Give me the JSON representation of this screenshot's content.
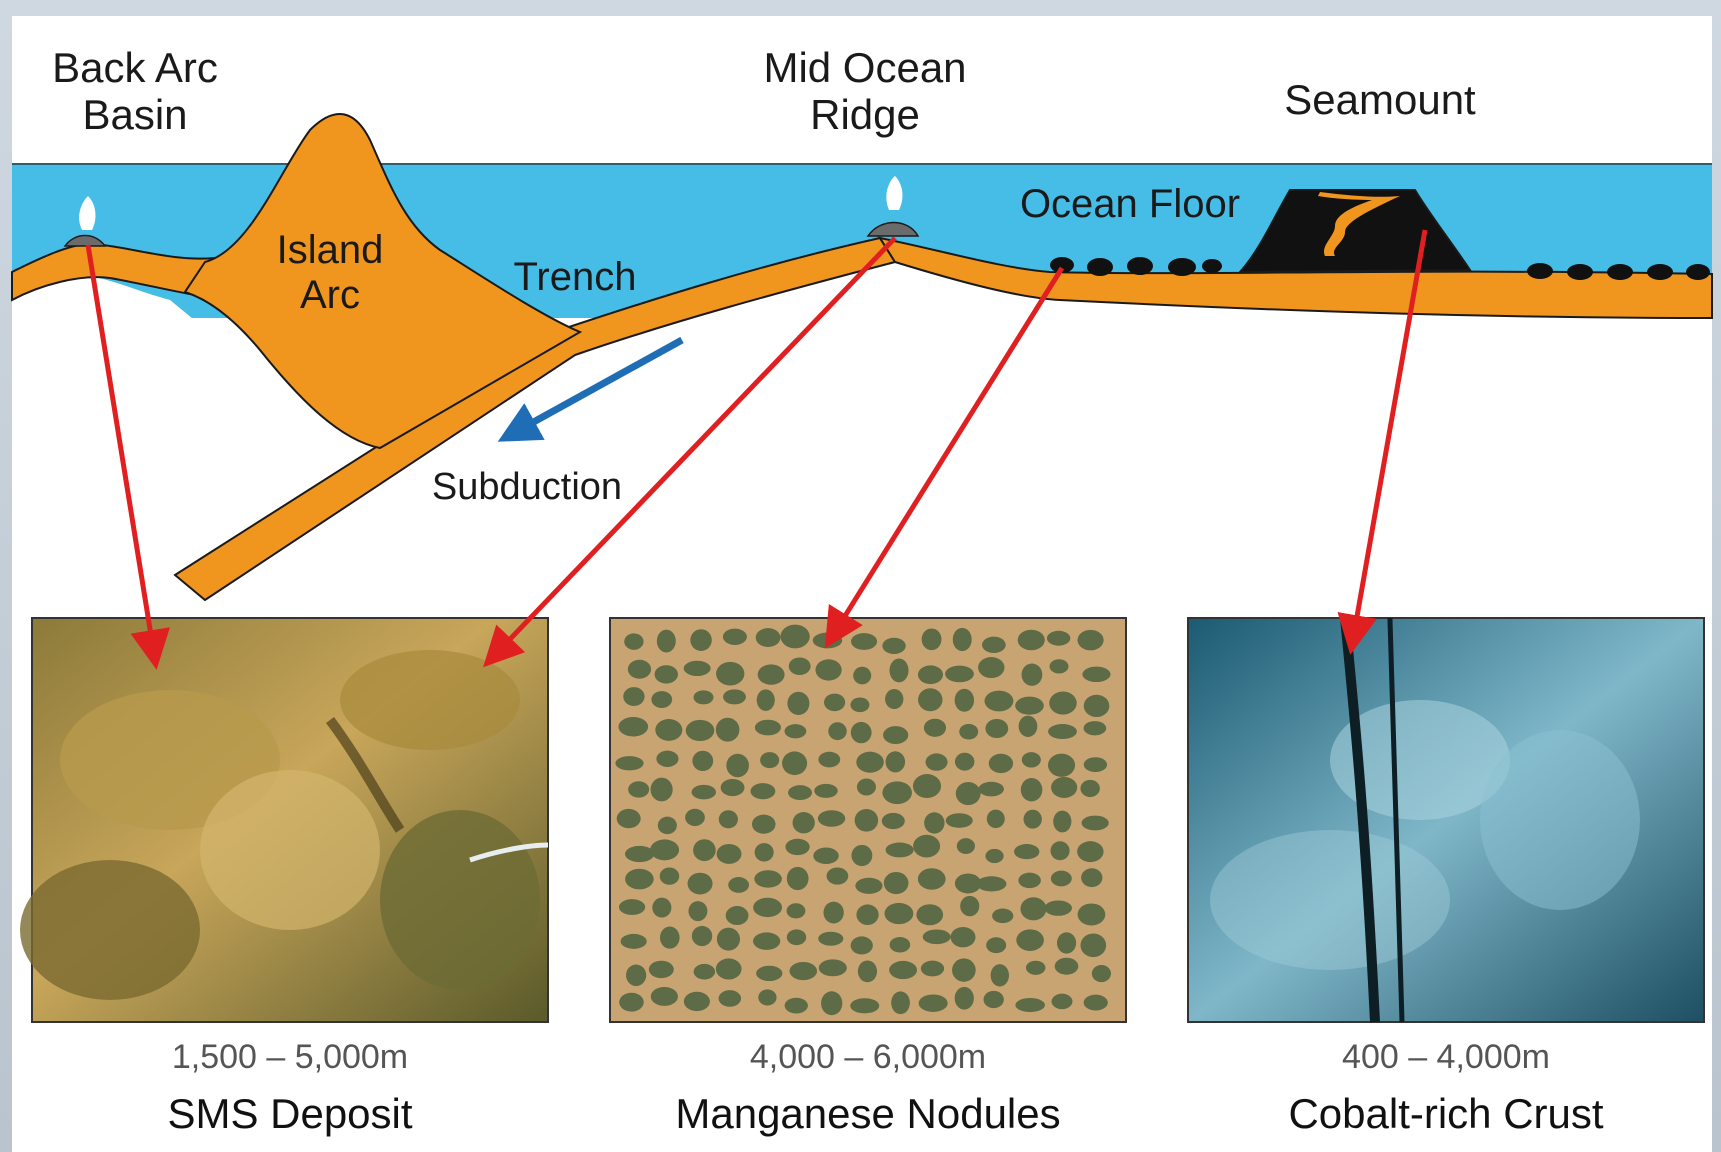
{
  "labels": {
    "back_arc_basin": "Back Arc\nBasin",
    "mid_ocean_ridge": "Mid Ocean\nRidge",
    "seamount": "Seamount",
    "island_arc": "Island\nArc",
    "trench": "Trench",
    "ocean_floor": "Ocean Floor",
    "subduction": "Subduction"
  },
  "deposits": [
    {
      "depth": "1,500 – 5,000m",
      "name": "SMS Deposit"
    },
    {
      "depth": "4,000 – 6,000m",
      "name": "Manganese Nodules"
    },
    {
      "depth": "400 – 4,000m",
      "name": "Cobalt-rich Crust"
    }
  ],
  "colors": {
    "ocean": "#45bde6",
    "crust": "#f0961e",
    "arrow_red": "#e02020",
    "arrow_blue": "#1f6db5",
    "deposit_black": "#111111"
  }
}
